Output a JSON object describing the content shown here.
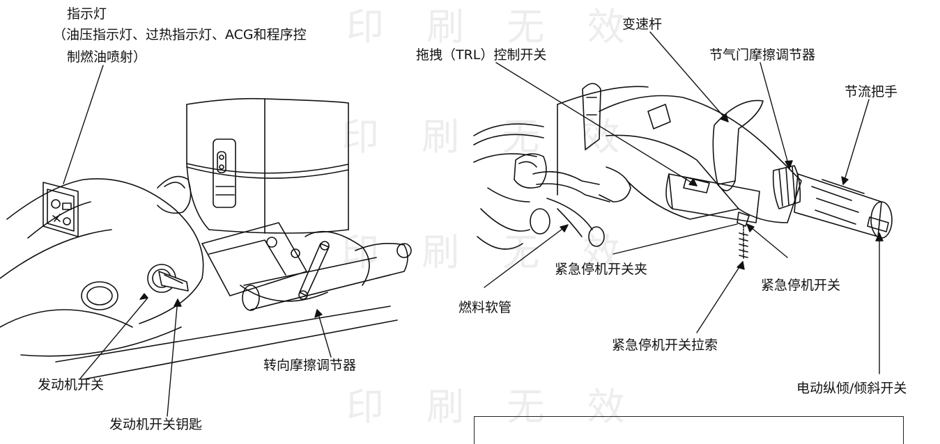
{
  "watermark": {
    "text": "印 刷 无 效"
  },
  "left_panel": {
    "indicator_lights": {
      "title": "指示灯",
      "desc_line1": "（油压指示灯、过热指示灯、ACG和程序控",
      "desc_line2": "制燃油喷射）"
    },
    "engine_switch": "发动机开关",
    "engine_switch_key": "发动机开关钥匙",
    "steering_friction_adjuster": "转向摩擦调节器"
  },
  "right_panel": {
    "trailer_switch": "拖拽（TRL）控制开关",
    "shift_lever": "变速杆",
    "throttle_friction_adjuster": "节气门摩擦调节器",
    "throttle_grip": "节流把手",
    "fuel_hose": "燃料软管",
    "emergency_stop_clip": "紧急停机开关夹",
    "emergency_stop_switch": "紧急停机开关",
    "emergency_stop_lanyard": "紧急停机开关拉索",
    "power_trim_tilt_switch": "电动纵倾/倾斜开关"
  }
}
